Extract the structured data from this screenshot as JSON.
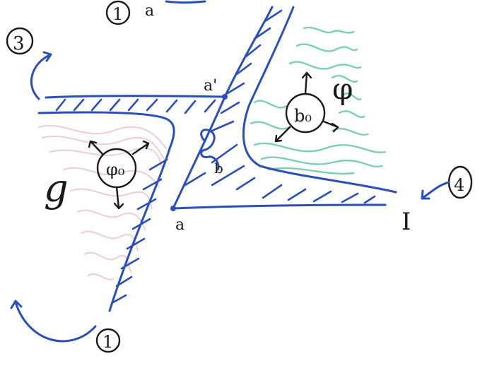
{
  "labels": {
    "circled_1_top": "1",
    "a_top": "a",
    "circled_3": "3",
    "a_prime": "a'",
    "phi_small": "φ",
    "phi0": "φ₀",
    "b0": "b₀",
    "a_mid": "a",
    "big_I": "I",
    "circled_4": "4",
    "circled_1_bottom": "1",
    "b_knot": "b"
  },
  "colors": {
    "ink": "#1a1a1a",
    "blue": "#2b4fb5",
    "pink": "#d9a6b3",
    "green": "#4fc09a"
  }
}
